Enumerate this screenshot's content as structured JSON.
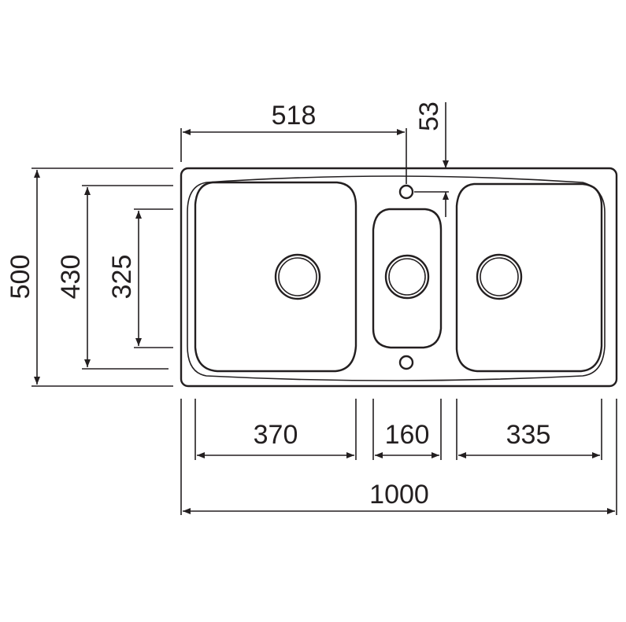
{
  "dimensions": {
    "top_width": "518",
    "tap_offset": "53",
    "overall_depth": "500",
    "bowl_depth": "430",
    "small_bowl_depth": "325",
    "left_bowl_width": "370",
    "center_bowl_width": "160",
    "right_bowl_width": "335",
    "overall_width": "1000"
  },
  "colors": {
    "line": "#231f20",
    "background": "#ffffff"
  }
}
